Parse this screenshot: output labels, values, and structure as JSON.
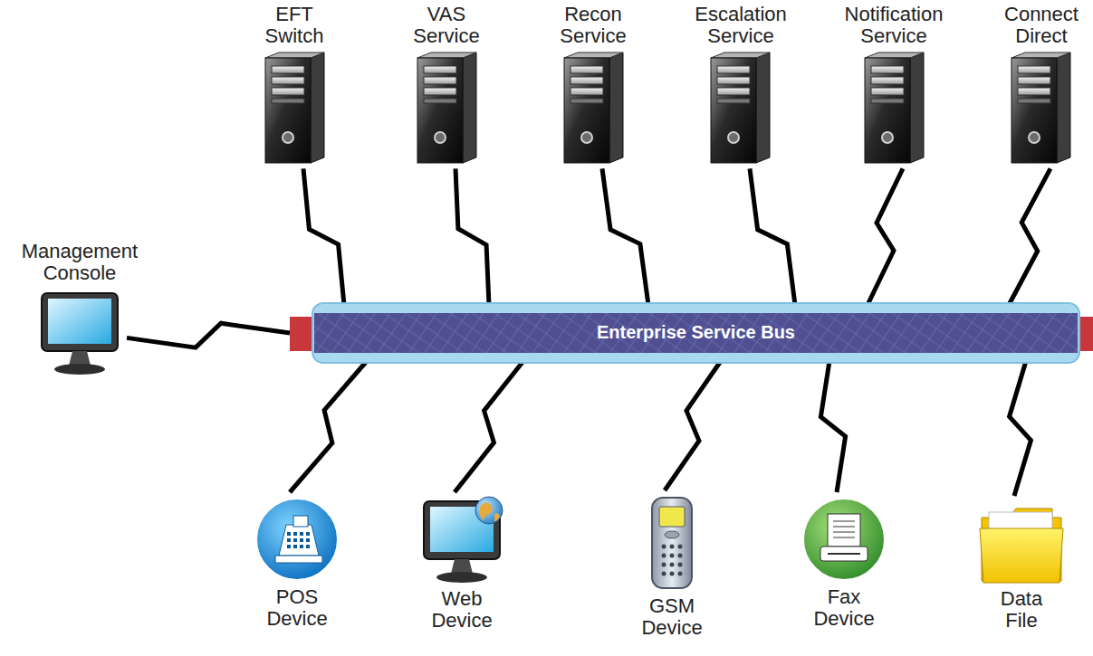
{
  "diagram": {
    "nodes": [
      {
        "text": [
          "EFT Switch"
        ]
      },
      {
        "text": [
          "VAS Service"
        ]
      },
      {
        "text": [
          "Recon Service"
        ]
      },
      {
        "text": [
          "Escalation Service"
        ]
      },
      {
        "text": [
          "Notification Service"
        ]
      },
      {
        "text": [
          "Connect Direct"
        ]
      },
      {
        "text": [
          "Management Console"
        ]
      },
      {
        "text": [
          "Enterprise Service Bus"
        ]
      },
      {
        "text": [
          "POS Device"
        ]
      },
      {
        "text": [
          "Web Device"
        ]
      },
      {
        "text": [
          "GSM Device"
        ]
      },
      {
        "text": [
          "Fax Device"
        ]
      },
      {
        "text": [
          "Data File"
        ]
      }
    ],
    "edges": [
      {
        "from": 0,
        "to": 7,
        "arrow": "none"
      },
      {
        "from": 1,
        "to": 7,
        "arrow": "none"
      },
      {
        "from": 2,
        "to": 7,
        "arrow": "none"
      },
      {
        "from": 3,
        "to": 7,
        "arrow": "none"
      },
      {
        "from": 4,
        "to": 7,
        "arrow": "none"
      },
      {
        "from": 5,
        "to": 7,
        "arrow": "none"
      },
      {
        "from": 6,
        "to": 7,
        "arrow": "none"
      },
      {
        "from": 8,
        "to": 7,
        "arrow": "none"
      },
      {
        "from": 9,
        "to": 7,
        "arrow": "none"
      },
      {
        "from": 10,
        "to": 7,
        "arrow": "none"
      },
      {
        "from": 11,
        "to": 7,
        "arrow": "none"
      },
      {
        "from": 12,
        "to": 7,
        "arrow": "none"
      }
    ]
  }
}
